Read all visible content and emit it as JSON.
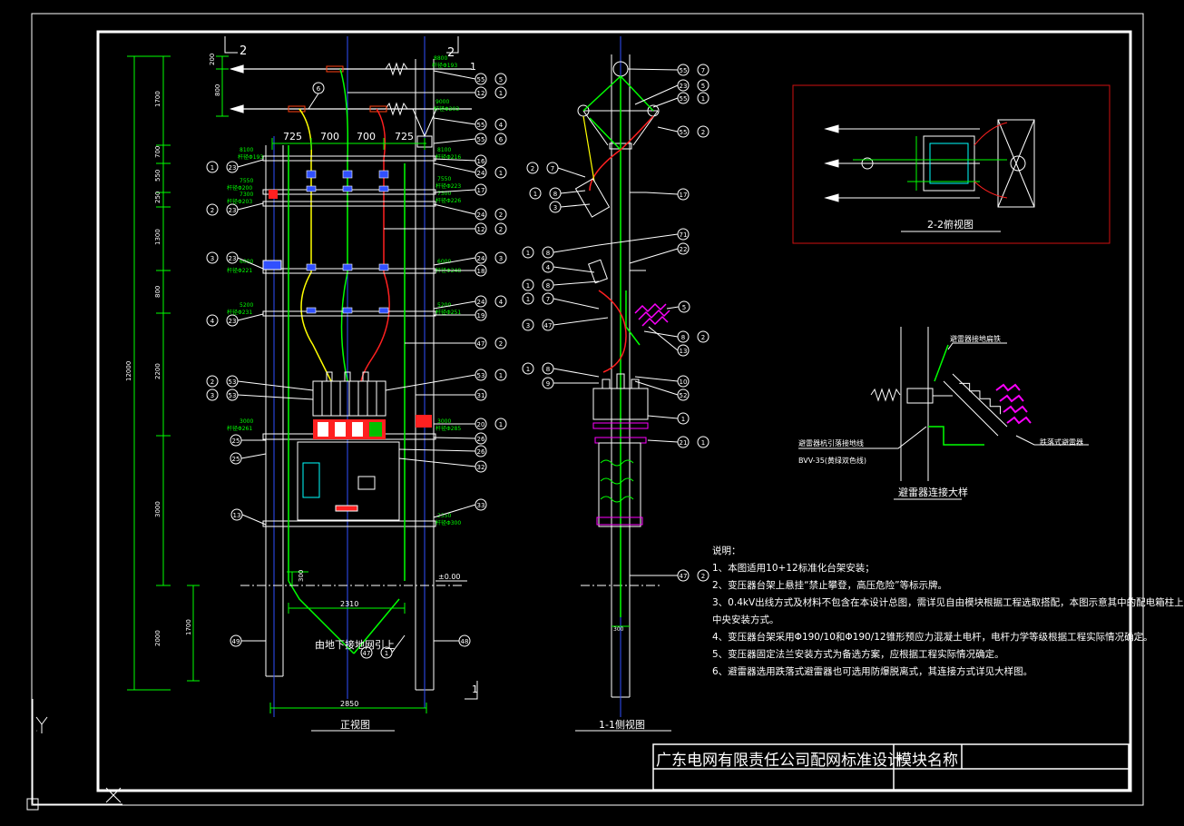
{
  "views": {
    "front": "正视图",
    "side": "1-1侧视图",
    "top": "2-2俯视图",
    "detail": "避雷器连接大样"
  },
  "front_dims": {
    "spacing": [
      "725",
      "700",
      "700",
      "725"
    ],
    "left_vertical": [
      "200",
      "800",
      "1700",
      "700",
      "550",
      "250",
      "1300",
      "800",
      "2200",
      "3000",
      "2000"
    ],
    "overall_height": "12000",
    "bottom_width": "2850",
    "inner_width": "2310",
    "ground_depth": "1700",
    "small_300": "300",
    "ground_level": "±0.00",
    "ground_note": "由地下接地网引上",
    "side_dim": "300"
  },
  "elevations": [
    {
      "mark": "8800",
      "pole": "杆径Φ193"
    },
    {
      "mark": "9000",
      "pole": "杆径Φ203"
    },
    {
      "mark": "8100",
      "pole": "杆径Φ193"
    },
    {
      "mark": "8100",
      "pole": "杆径Φ216"
    },
    {
      "mark": "7550",
      "pole": "杆径Φ200"
    },
    {
      "mark": "7300",
      "pole": "杆径Φ203"
    },
    {
      "mark": "7550",
      "pole": "杆径Φ223"
    },
    {
      "mark": "7300",
      "pole": "杆径Φ226"
    },
    {
      "mark": "6000",
      "pole": "杆径Φ221"
    },
    {
      "mark": "6000",
      "pole": "杆径Φ248"
    },
    {
      "mark": "5200",
      "pole": "杆径Φ231"
    },
    {
      "mark": "5200",
      "pole": "杆径Φ251"
    },
    {
      "mark": "3000",
      "pole": "杆径Φ261"
    },
    {
      "mark": "3000",
      "pole": "杆径Φ285"
    },
    {
      "mark": "2350",
      "pole": "杆径Φ300"
    }
  ],
  "balloons_front_left": [
    {
      "a": "1",
      "b": "23"
    },
    {
      "a": "2",
      "b": "23"
    },
    {
      "a": "3",
      "b": "23"
    },
    {
      "a": "4",
      "b": "23"
    },
    {
      "a": "2",
      "b": "53"
    },
    {
      "a": "3",
      "b": "53"
    },
    {
      "a": "25",
      "b": ""
    },
    {
      "a": "25",
      "b": ""
    },
    {
      "a": "13",
      "b": ""
    },
    {
      "a": "49",
      "b": ""
    },
    {
      "a": "6",
      "b": ""
    }
  ],
  "balloons_front_right": [
    {
      "a": "55",
      "b": "5"
    },
    {
      "a": "12",
      "b": "1"
    },
    {
      "a": "55",
      "b": "4"
    },
    {
      "a": "55",
      "b": "6"
    },
    {
      "a": "16",
      "b": ""
    },
    {
      "a": "24",
      "b": "1"
    },
    {
      "a": "17",
      "b": ""
    },
    {
      "a": "24",
      "b": "2"
    },
    {
      "a": "12",
      "b": "2"
    },
    {
      "a": "24",
      "b": "3"
    },
    {
      "a": "18",
      "b": ""
    },
    {
      "a": "24",
      "b": "4"
    },
    {
      "a": "19",
      "b": ""
    },
    {
      "a": "47",
      "b": "2"
    },
    {
      "a": "53",
      "b": "1"
    },
    {
      "a": "31",
      "b": ""
    },
    {
      "a": "20",
      "b": "1"
    },
    {
      "a": "26",
      "b": ""
    },
    {
      "a": "26",
      "b": ""
    },
    {
      "a": "32",
      "b": ""
    },
    {
      "a": "33",
      "b": ""
    },
    {
      "a": "48",
      "b": ""
    },
    {
      "a": "47",
      "b": "1"
    }
  ],
  "balloons_side": [
    {
      "a": "55",
      "b": "7"
    },
    {
      "a": "23",
      "b": "5"
    },
    {
      "a": "55",
      "b": "1"
    },
    {
      "a": "55",
      "b": "2"
    },
    {
      "a": "2",
      "b": "7"
    },
    {
      "a": "1",
      "b": "8"
    },
    {
      "a": "3",
      "b": ""
    },
    {
      "a": "17",
      "b": ""
    },
    {
      "a": "71",
      "b": ""
    },
    {
      "a": "22",
      "b": ""
    },
    {
      "a": "1",
      "b": "8"
    },
    {
      "a": "4",
      "b": ""
    },
    {
      "a": "1",
      "b": "8"
    },
    {
      "a": "1",
      "b": "7"
    },
    {
      "a": "5",
      "b": ""
    },
    {
      "a": "3",
      "b": "47"
    },
    {
      "a": "8",
      "b": "2"
    },
    {
      "a": "13",
      "b": ""
    },
    {
      "a": "1",
      "b": "8"
    },
    {
      "a": "9",
      "b": ""
    },
    {
      "a": "10",
      "b": ""
    },
    {
      "a": "52",
      "b": ""
    },
    {
      "a": "1",
      "b": ""
    },
    {
      "a": "21",
      "b": "1"
    },
    {
      "a": "47",
      "b": "2"
    }
  ],
  "detail_labels": {
    "ground_lead": "避雷器接地扁铁",
    "down_lead": "避雷器杭引落接地线",
    "cable": "BVV-35(黄绿双色线)",
    "arrester": "跌落式避雷器"
  },
  "notes": {
    "title": "说明：",
    "items": [
      "1、本图适用10+12标准化台架安装；",
      "2、变压器台架上悬挂“禁止攀登，高压危险”等标示牌。",
      "3、0.4kV出线方式及材料不包含在本设计总图，需详见自由模块根据工程选取搭配，本图示意其中的配电箱柱上",
      "中央安装方式。",
      "4、变压器台架采用Φ190/10和Φ190/12锥形预应力混凝土电杆，电杆力学等级根据工程实际情况确定。",
      "5、变压器固定法兰安装方式为备选方案，应根据工程实际情况确定。",
      "6、避雷器选用跌落式避雷器也可选用防爆脱离式，其连接方式详见大样图。"
    ]
  },
  "title_block": {
    "company": "广东电网有限责任公司配网标准设计",
    "module": "模块名称"
  },
  "section_marks": {
    "top_left": "2",
    "top_right": "2",
    "mid": "1",
    "bottom": "1"
  },
  "axis": {
    "y": "Y"
  },
  "colors": {
    "bg": "#000000",
    "line": "#ffffff",
    "green": "#00ff00",
    "cyan": "#00ffff",
    "blue": "#3050ff",
    "red": "#ff2020",
    "yellow": "#ffff00",
    "magenta": "#ff00ff"
  }
}
